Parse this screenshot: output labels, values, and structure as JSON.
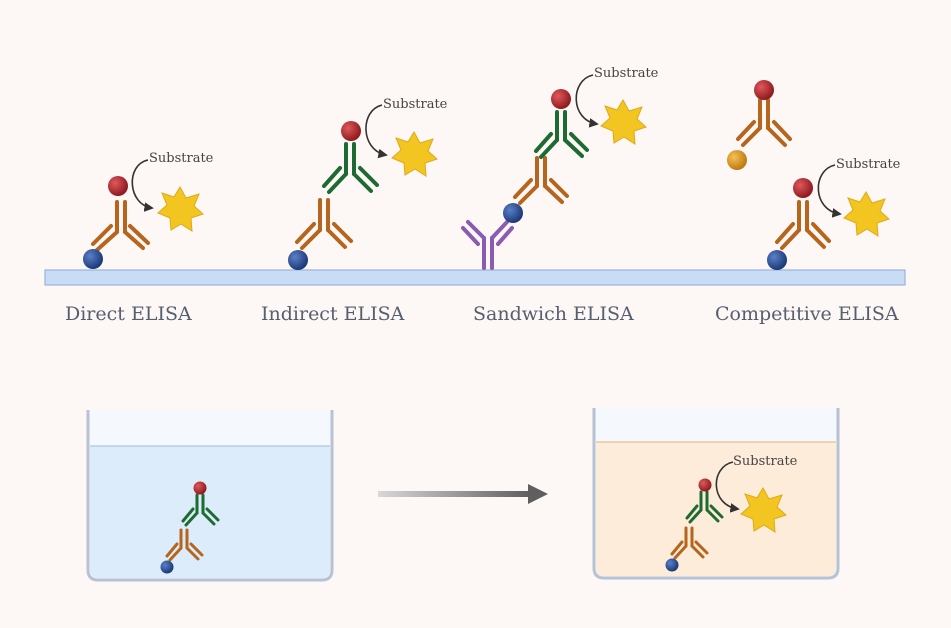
{
  "methods": [
    {
      "label": "Direct ELISA"
    },
    {
      "label": "Indirect ELISA"
    },
    {
      "label": "Sandwich ELISA"
    },
    {
      "label": "Competitive ELISA"
    }
  ],
  "substrate_label": "Substrate",
  "colors": {
    "background": "#fdf7f5",
    "plate": "#c9dcf6",
    "plate_border": "#9db4dc",
    "primary_antibody": "#b5651d",
    "secondary_antibody": "#1d6a33",
    "capture_antibody": "#8a5bb0",
    "enzyme": "#b8282d",
    "antigen": "#2c55a0",
    "competitor_antigen": "#e09a1a",
    "substrate_star": "#f2c521",
    "well_blue": "#dcecfb",
    "well_orange": "#fcecd9",
    "arrow": "#666666"
  }
}
